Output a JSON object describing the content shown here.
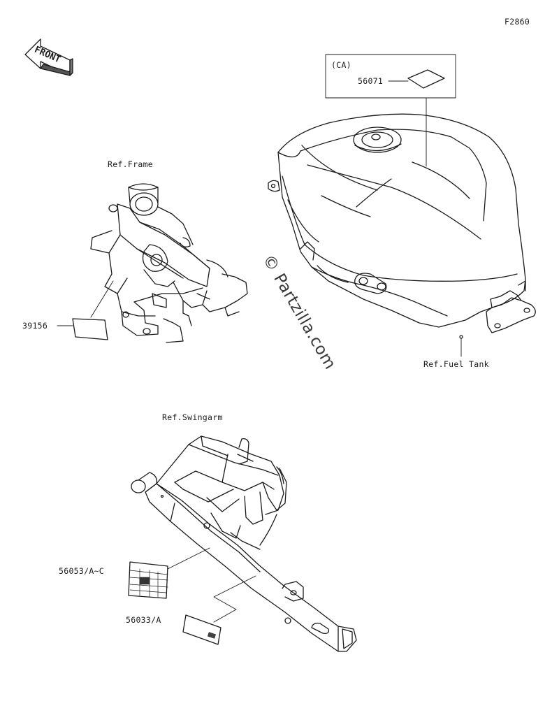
{
  "figure_id": "F2860",
  "front_arrow": {
    "label": "FRONT",
    "icon": "front-direction-arrow-icon"
  },
  "references": {
    "frame": "Ref.Frame",
    "fuel_tank": "Ref.Fuel Tank",
    "swingarm": "Ref.Swingarm"
  },
  "region_box": {
    "label": "(CA)"
  },
  "parts": {
    "p56071": "56071",
    "p39156": "39156",
    "p56053": "56053/A~C",
    "p56033": "56033/A"
  },
  "watermark": "© Partzilla.com"
}
